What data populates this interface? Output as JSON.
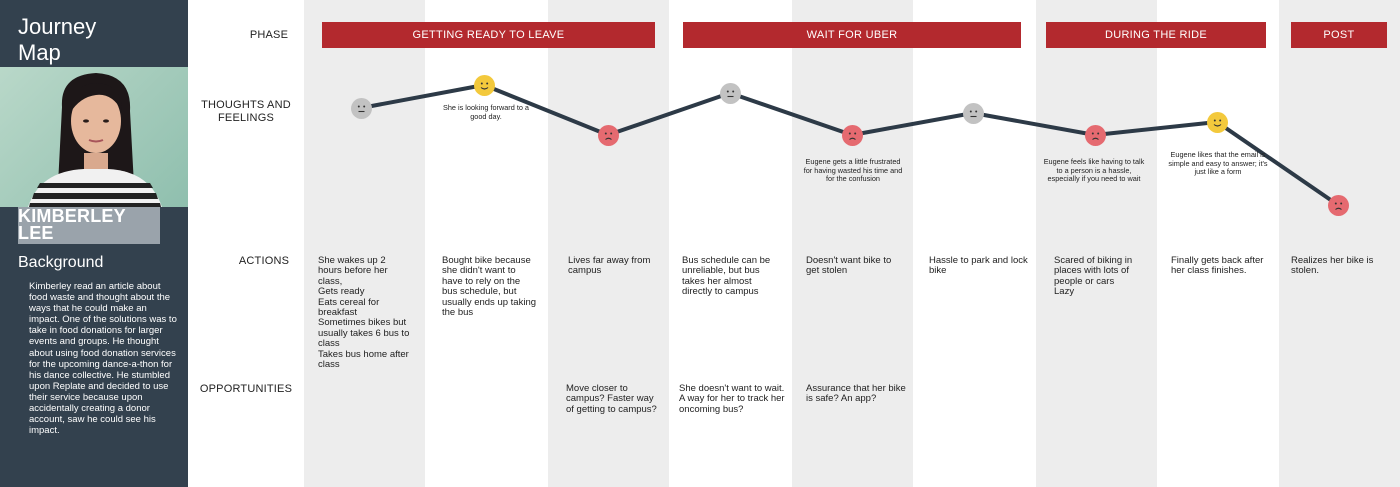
{
  "sidebar": {
    "title_line1": "Journey",
    "title_line2": "Map",
    "name_line1": "KIMBERLEY",
    "name_line2": "LEE",
    "background_heading": "Background",
    "background_text": "Kimberley read an article about food waste and thought about the ways that he could make an impact. One of the solutions was to take in food donations for larger events and groups. He thought about using food donation services for the upcoming dance-a-thon for his dance collective. He stumbled upon Replate and decided to use their service because upon accidentally creating a donor account, saw he could see his impact."
  },
  "row_labels": {
    "phase": "PHASE",
    "thoughts_line1": "THOUGHTS AND",
    "thoughts_line2": "FEELINGS",
    "actions": "ACTIONS",
    "opportunities": "OPPORTUNITIES"
  },
  "phases": [
    "GETTING READY TO LEAVE",
    "WAIT FOR UBER",
    "DURING THE RIDE",
    "POST"
  ],
  "colors": {
    "sidebar": "#33414e",
    "phase_bar": "#b3292e",
    "column_grey": "#ededed",
    "line": "#2d3a47",
    "happy": "#f3c93c",
    "neutral": "#c2c2c2",
    "sad": "#e56a70"
  },
  "emotions": [
    {
      "mood": "neutral"
    },
    {
      "mood": "happy"
    },
    {
      "mood": "sad"
    },
    {
      "mood": "neutral"
    },
    {
      "mood": "sad"
    },
    {
      "mood": "neutral"
    },
    {
      "mood": "sad"
    },
    {
      "mood": "happy"
    },
    {
      "mood": "sad"
    }
  ],
  "thought_notes": [
    "She is looking forward to a good day.",
    "Eugene gets a little frustrated for having wasted his time and for the confusion",
    "Eugene feels like having to talk to a person is a hassle, especially if you need to wait",
    "Eugene likes that the email is simple and easy to answer; it's just like a form"
  ],
  "actions": [
    "She wakes up 2 hours before her class,\nGets ready\nEats cereal for breakfast\nSometimes bikes but usually takes 6 bus to class\nTakes bus home after class",
    "Bought bike because she didn't want to have to rely on the bus schedule, but usually ends up taking the bus",
    "Lives far away from campus",
    "Bus schedule can be unreliable, but bus takes her almost directly to campus",
    "Doesn't want bike to get stolen",
    "Hassle to park and lock bike",
    "Scared of biking in places with lots of people or cars\nLazy",
    "Finally gets back after her class finishes.",
    "Realizes her bike is stolen."
  ],
  "opportunities": [
    "Move closer to campus? Faster way of getting to campus?",
    "She doesn't want to wait. A way for her to track her oncoming bus?",
    "Assurance that her bike is safe? An app?"
  ]
}
